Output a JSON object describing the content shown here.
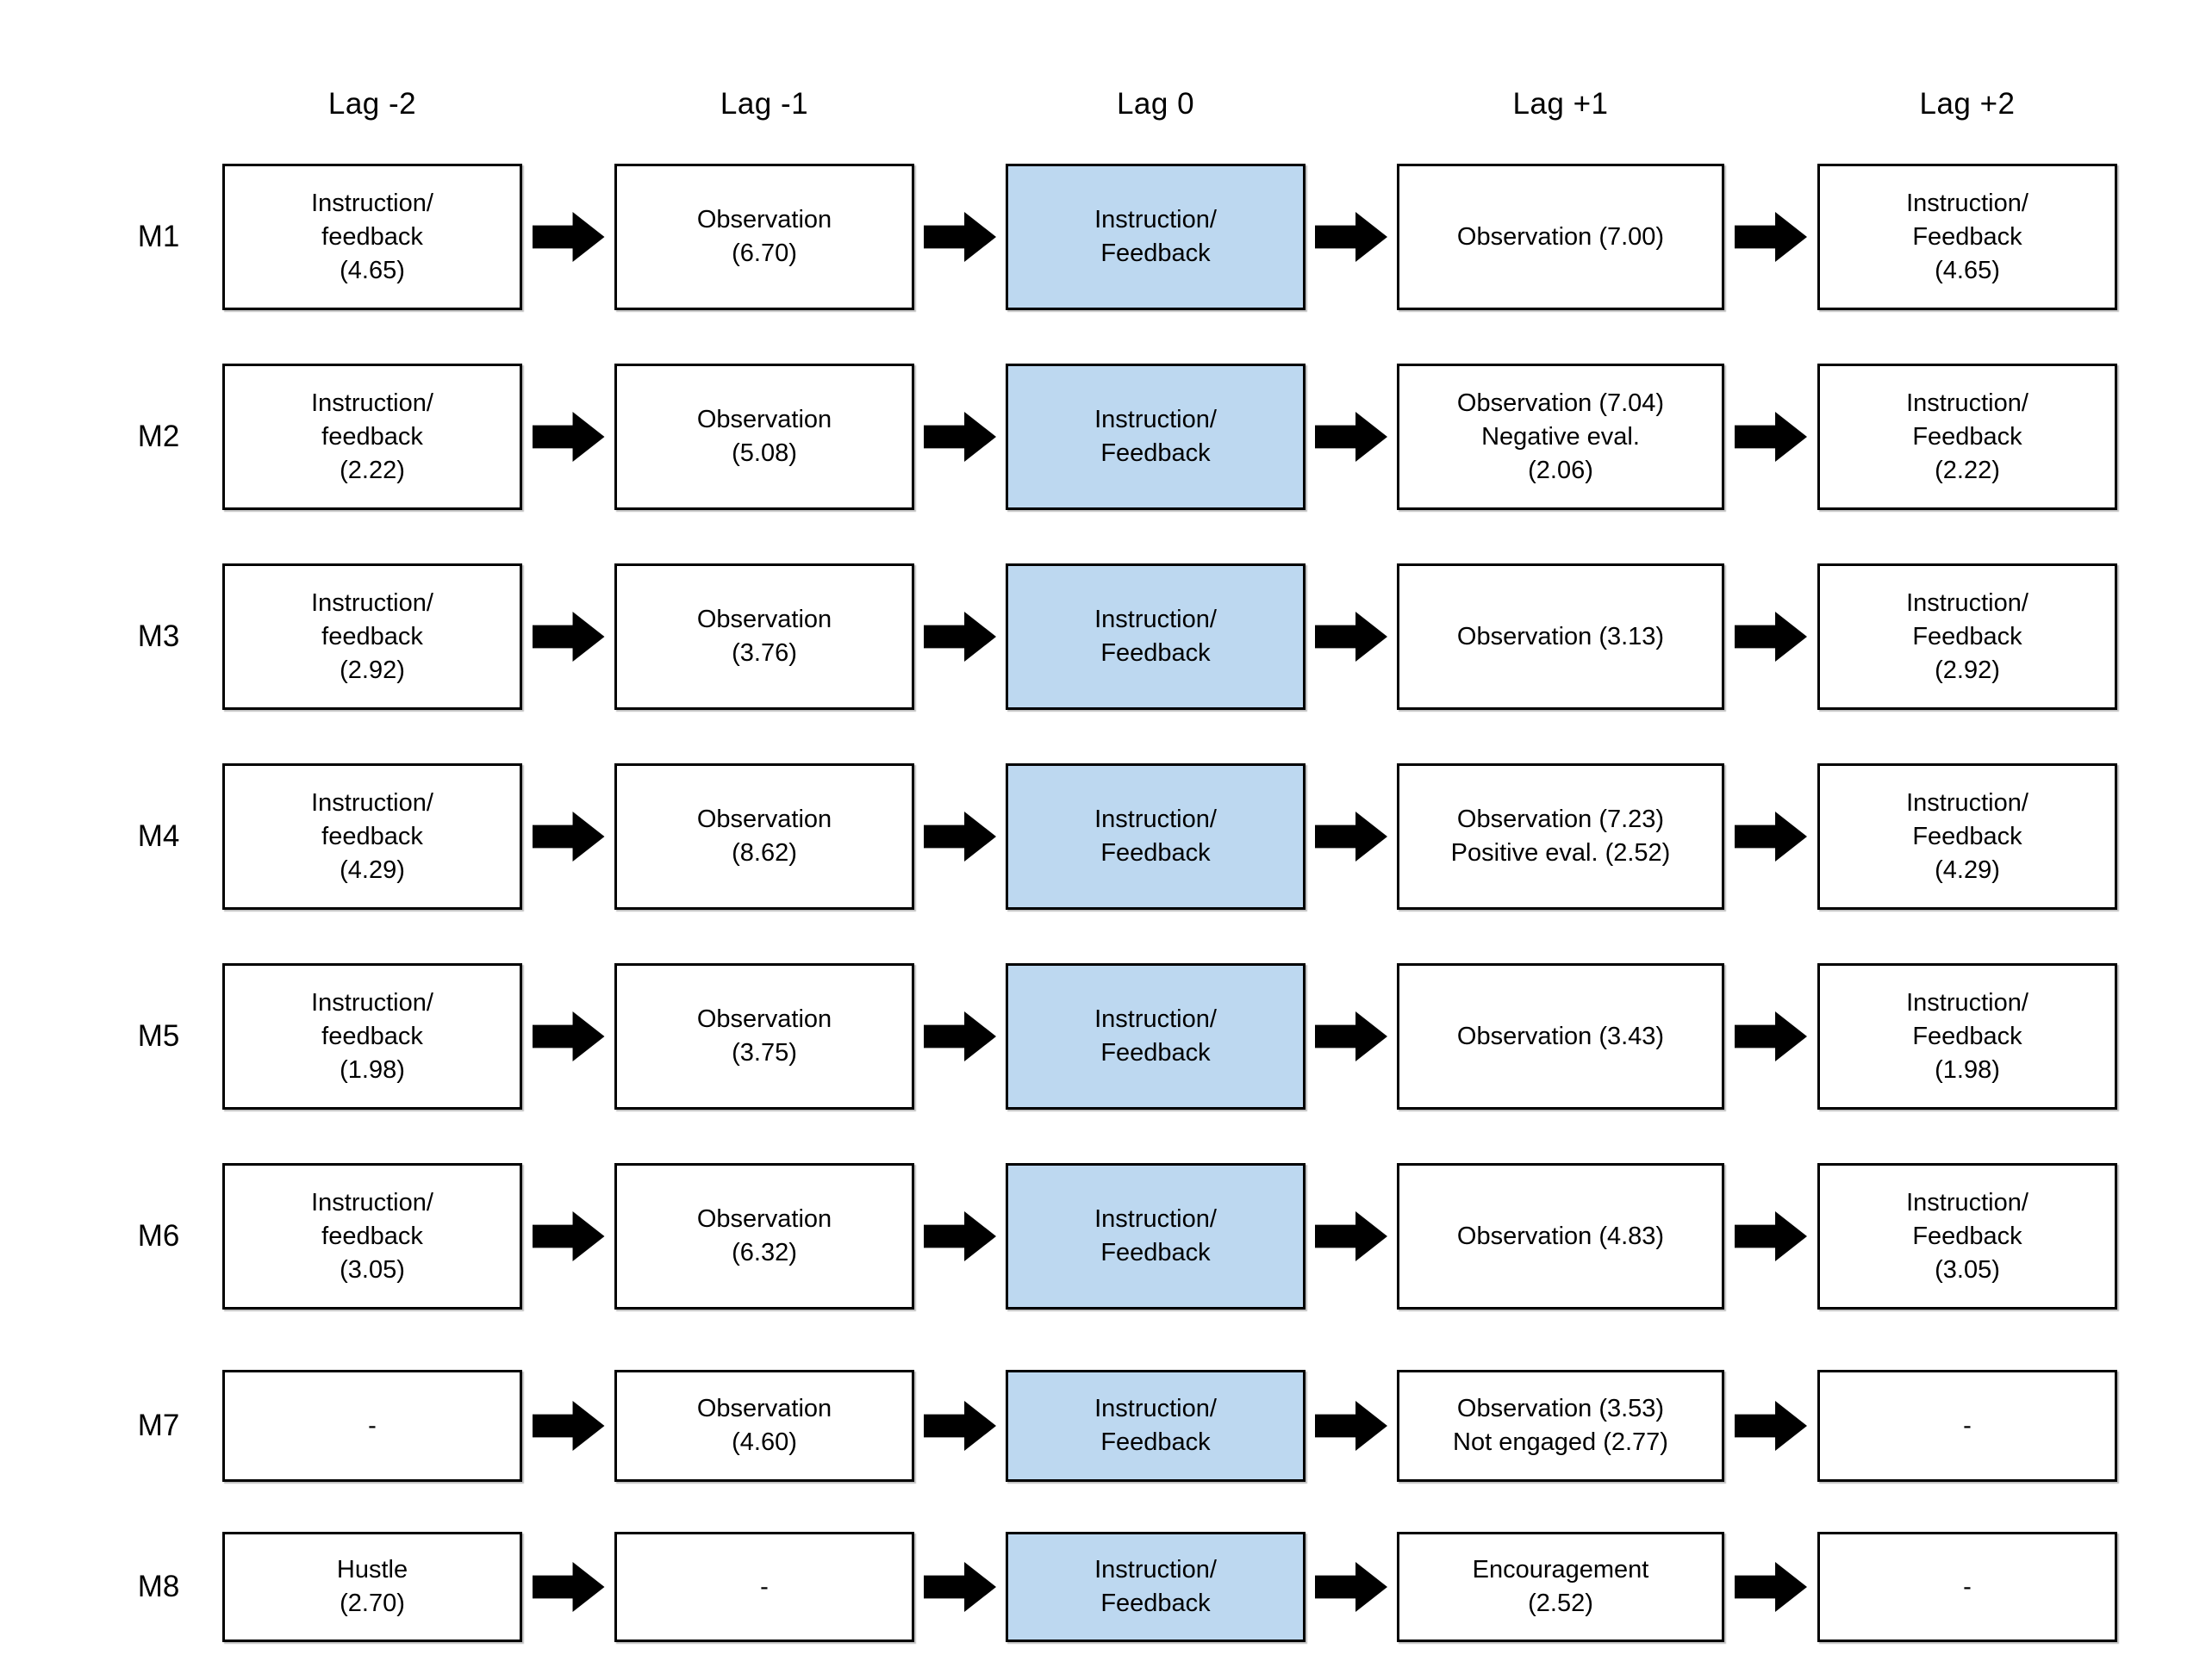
{
  "figure": {
    "column_headers": [
      "Lag -2",
      "Lag -1",
      "Lag 0",
      "Lag +1",
      "Lag +2"
    ],
    "highlight_column": "Lag 0",
    "colors": {
      "highlight_fill": "#BDD8F0",
      "box_border": "#000000",
      "arrow": "#000000",
      "background": "#FFFFFF",
      "text": "#000000"
    },
    "rows": [
      {
        "label": "M1",
        "cells": [
          {
            "lines": [
              "Instruction/",
              "feedback",
              "(4.65)"
            ]
          },
          {
            "lines": [
              "Observation",
              "(6.70)"
            ]
          },
          {
            "lines": [
              "Instruction/",
              "Feedback"
            ],
            "highlight": true
          },
          {
            "lines": [
              "Observation (7.00)"
            ]
          },
          {
            "lines": [
              "Instruction/",
              "Feedback",
              "(4.65)"
            ]
          }
        ]
      },
      {
        "label": "M2",
        "cells": [
          {
            "lines": [
              "Instruction/",
              "feedback",
              "(2.22)"
            ]
          },
          {
            "lines": [
              "Observation",
              "(5.08)"
            ]
          },
          {
            "lines": [
              "Instruction/",
              "Feedback"
            ],
            "highlight": true
          },
          {
            "lines": [
              "Observation (7.04)",
              "Negative eval.",
              "(2.06)"
            ]
          },
          {
            "lines": [
              "Instruction/",
              "Feedback",
              "(2.22)"
            ]
          }
        ]
      },
      {
        "label": "M3",
        "cells": [
          {
            "lines": [
              "Instruction/",
              "feedback",
              "(2.92)"
            ]
          },
          {
            "lines": [
              "Observation",
              "(3.76)"
            ]
          },
          {
            "lines": [
              "Instruction/",
              "Feedback"
            ],
            "highlight": true
          },
          {
            "lines": [
              "Observation (3.13)"
            ]
          },
          {
            "lines": [
              "Instruction/",
              "Feedback",
              "(2.92)"
            ]
          }
        ]
      },
      {
        "label": "M4",
        "cells": [
          {
            "lines": [
              "Instruction/",
              "feedback",
              "(4.29)"
            ]
          },
          {
            "lines": [
              "Observation",
              "(8.62)"
            ]
          },
          {
            "lines": [
              "Instruction/",
              "Feedback"
            ],
            "highlight": true
          },
          {
            "lines": [
              "Observation (7.23)",
              "Positive eval. (2.52)"
            ]
          },
          {
            "lines": [
              "Instruction/",
              "Feedback",
              "(4.29)"
            ]
          }
        ]
      },
      {
        "label": "M5",
        "cells": [
          {
            "lines": [
              "Instruction/",
              "feedback",
              "(1.98)"
            ]
          },
          {
            "lines": [
              "Observation",
              "(3.75)"
            ]
          },
          {
            "lines": [
              "Instruction/",
              "Feedback"
            ],
            "highlight": true
          },
          {
            "lines": [
              "Observation (3.43)"
            ]
          },
          {
            "lines": [
              "Instruction/",
              "Feedback",
              "(1.98)"
            ]
          }
        ]
      },
      {
        "label": "M6",
        "cells": [
          {
            "lines": [
              "Instruction/",
              "feedback",
              "(3.05)"
            ]
          },
          {
            "lines": [
              "Observation",
              "(6.32)"
            ]
          },
          {
            "lines": [
              "Instruction/",
              "Feedback"
            ],
            "highlight": true
          },
          {
            "lines": [
              "Observation (4.83)"
            ]
          },
          {
            "lines": [
              "Instruction/",
              "Feedback",
              "(3.05)"
            ]
          }
        ]
      },
      {
        "label": "M7",
        "cells": [
          {
            "lines": [
              "-"
            ]
          },
          {
            "lines": [
              "Observation",
              "(4.60)"
            ]
          },
          {
            "lines": [
              "Instruction/",
              "Feedback"
            ],
            "highlight": true
          },
          {
            "lines": [
              "Observation (3.53)",
              "Not engaged (2.77)"
            ]
          },
          {
            "lines": [
              "-"
            ]
          }
        ]
      },
      {
        "label": "M8",
        "cells": [
          {
            "lines": [
              "Hustle",
              "(2.70)"
            ]
          },
          {
            "lines": [
              "-"
            ]
          },
          {
            "lines": [
              "Instruction/",
              "Feedback"
            ],
            "highlight": true
          },
          {
            "lines": [
              "Encouragement",
              "(2.52)"
            ]
          },
          {
            "lines": [
              "-"
            ]
          }
        ]
      }
    ]
  }
}
